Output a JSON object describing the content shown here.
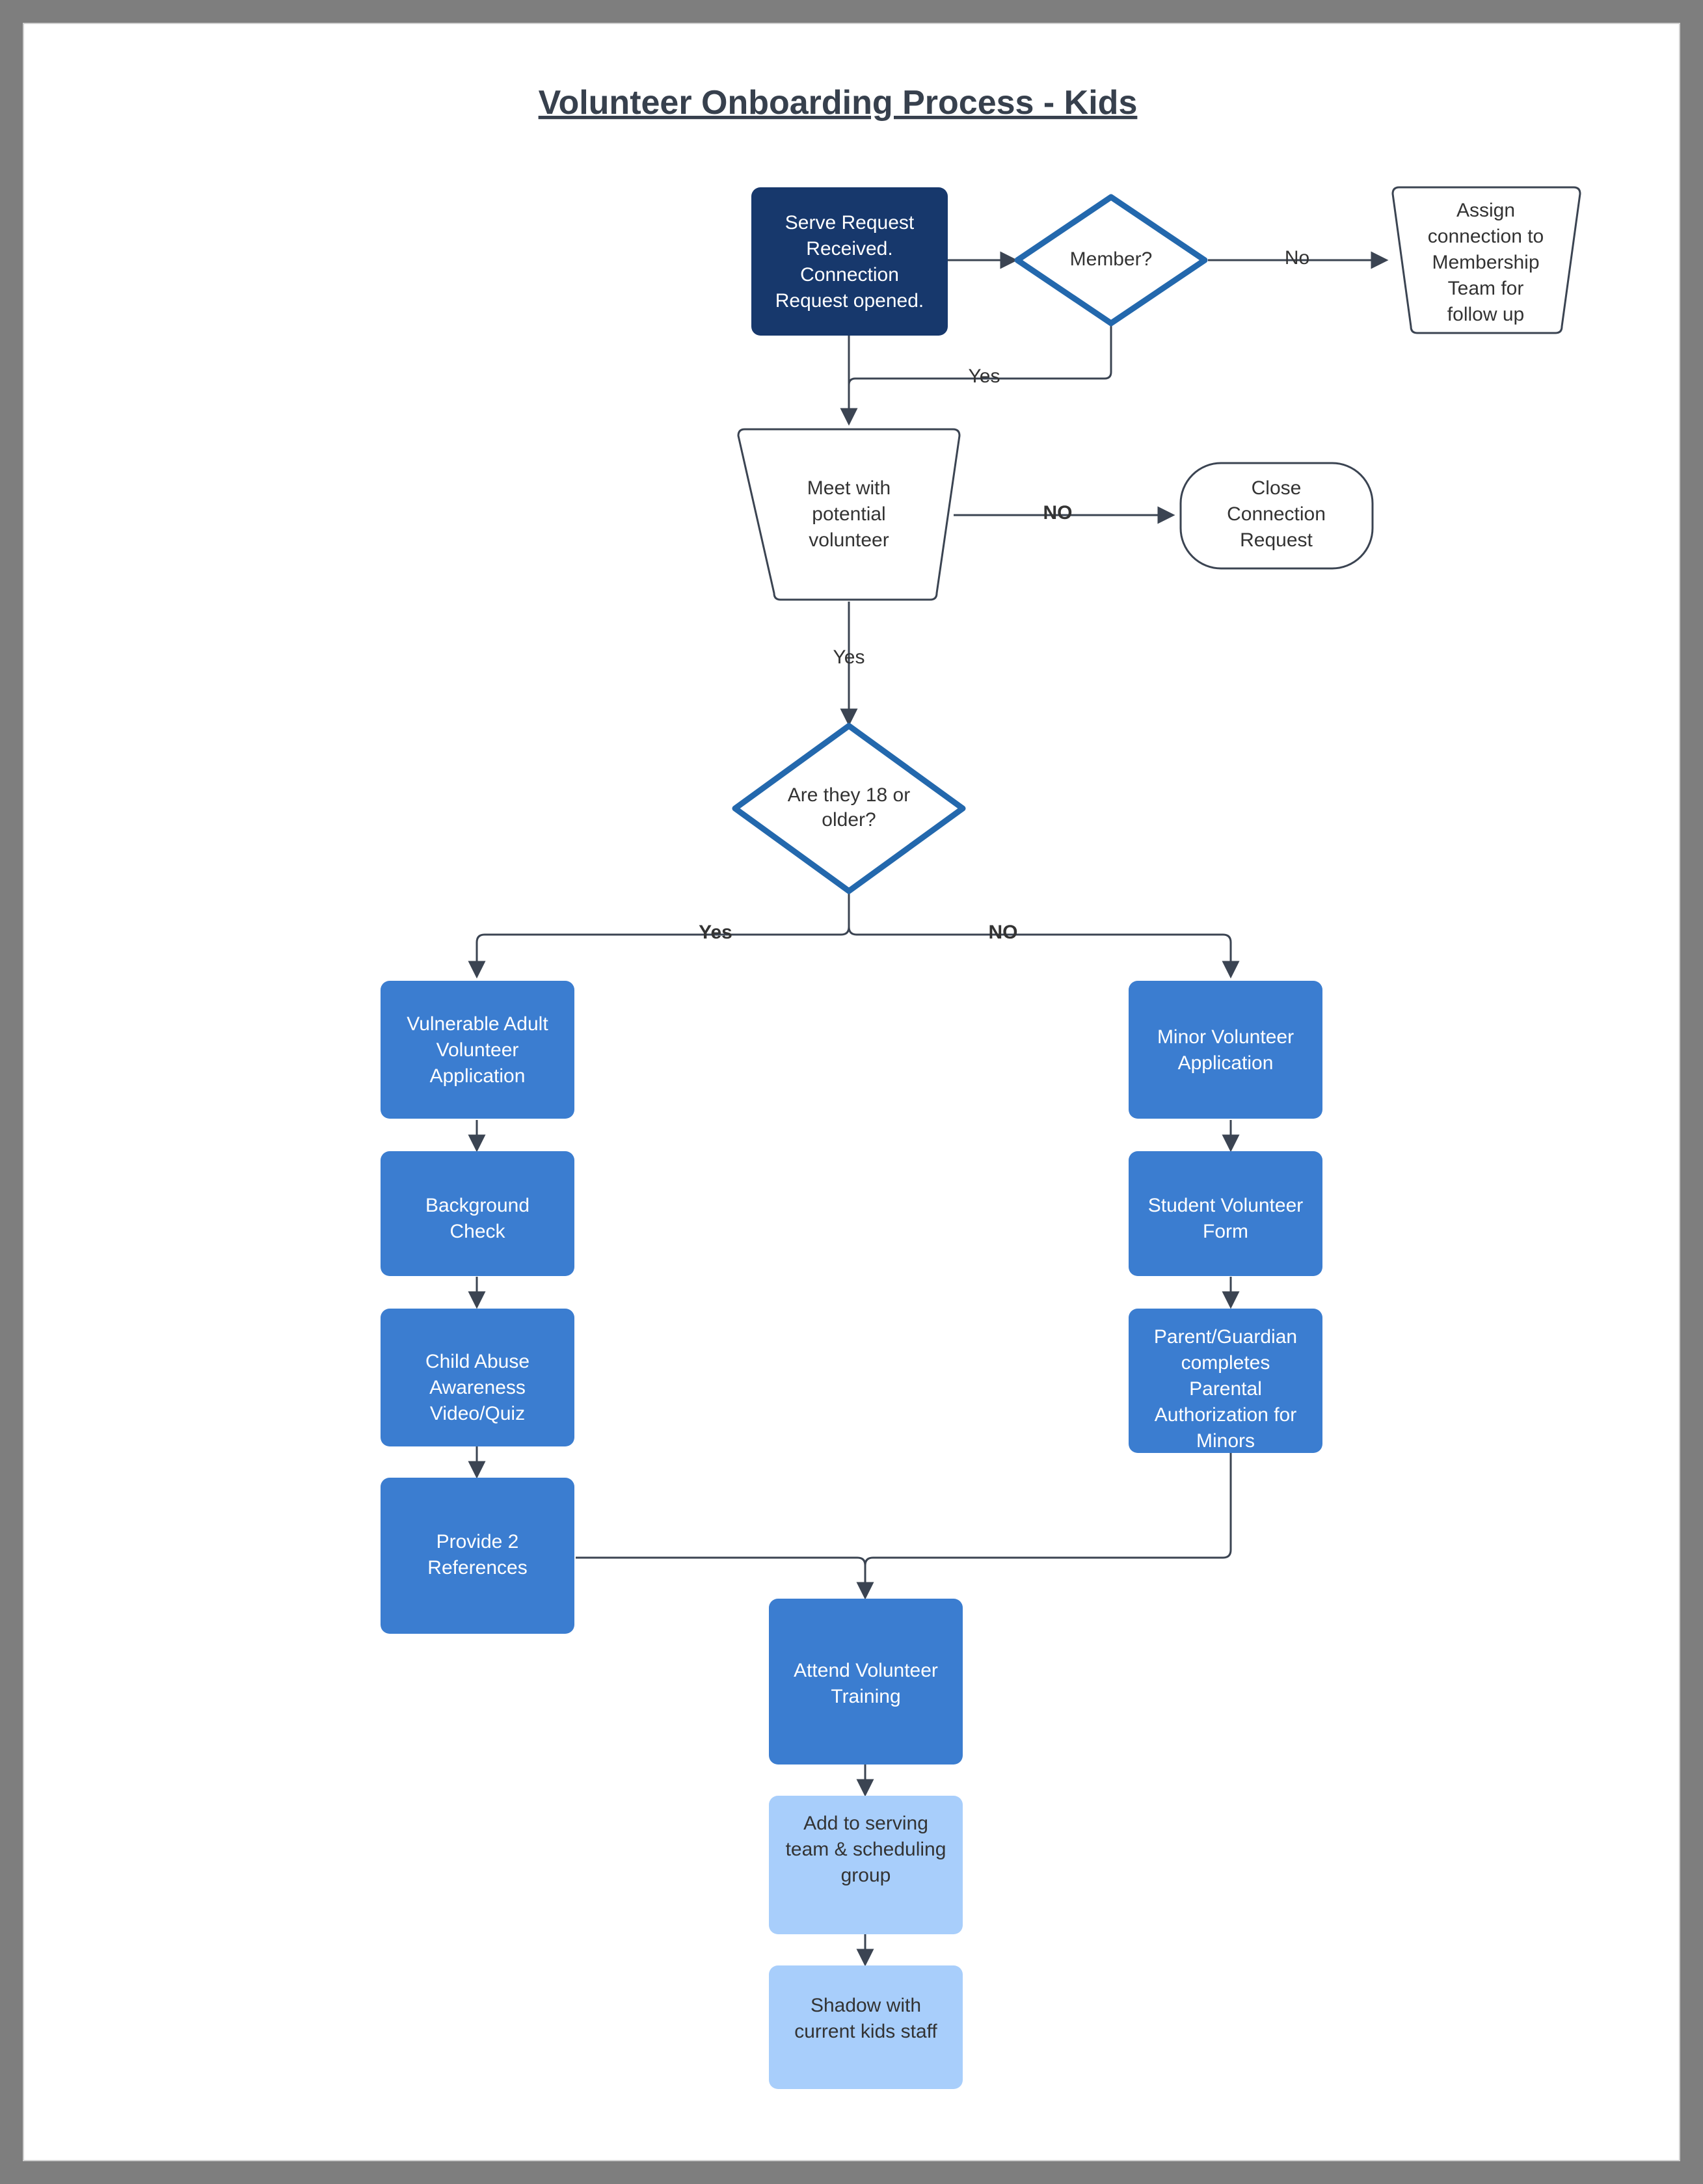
{
  "page": {
    "title": "Volunteer Onboarding Process - Kids",
    "background_color": "#7e7e7e",
    "canvas_color": "#ffffff"
  },
  "palette": {
    "dark_navy": "#17386c",
    "medium_blue": "#3b7dd0",
    "light_blue": "#a8cefb",
    "diamond_border": "#2368ad",
    "connector": "#3b4452",
    "title_color": "#37404d"
  },
  "nodes": {
    "serve_request": {
      "label": "Serve Request Received. Connection Request opened.",
      "lines": [
        "Serve Request",
        "Received.",
        "Connection",
        "Request opened."
      ],
      "shape": "rounded-rectangle",
      "fill": "#17386c",
      "text_color": "#ffffff"
    },
    "member_decision": {
      "label": "Member?",
      "lines": [
        "Member?"
      ],
      "shape": "diamond",
      "fill": "#ffffff",
      "text_color": "#333333"
    },
    "assign_membership": {
      "label": "Assign connection to Membership Team for follow up",
      "lines": [
        "Assign",
        "connection to",
        "Membership",
        "Team for",
        "follow up"
      ],
      "shape": "trapezoid",
      "fill": "#ffffff",
      "text_color": "#333333"
    },
    "meet_volunteer": {
      "label": "Meet with potential volunteer",
      "lines": [
        "Meet with",
        "potential",
        "volunteer"
      ],
      "shape": "trapezoid",
      "fill": "#ffffff",
      "text_color": "#333333"
    },
    "close_request": {
      "label": "Close Connection Request",
      "lines": [
        "Close",
        "Connection",
        "Request"
      ],
      "shape": "terminator",
      "fill": "#ffffff",
      "text_color": "#333333"
    },
    "age_decision": {
      "label": "Are they 18 or older?",
      "lines": [
        "Are they 18 or",
        "older?"
      ],
      "shape": "diamond",
      "fill": "#ffffff",
      "text_color": "#333333"
    },
    "vulnerable_adult_app": {
      "label": "Vulnerable Adult Volunteer Application",
      "lines": [
        "Vulnerable Adult",
        "Volunteer",
        "Application"
      ],
      "shape": "rounded-rectangle",
      "fill": "#3b7dd0",
      "text_color": "#ffffff"
    },
    "background_check": {
      "label": "Background Check",
      "lines": [
        "Background",
        "Check"
      ],
      "shape": "rounded-rectangle",
      "fill": "#3b7dd0",
      "text_color": "#ffffff"
    },
    "child_abuse_quiz": {
      "label": "Child Abuse Awareness Video/Quiz",
      "lines": [
        "Child Abuse",
        "Awareness",
        "Video/Quiz"
      ],
      "shape": "rounded-rectangle",
      "fill": "#3b7dd0",
      "text_color": "#ffffff"
    },
    "provide_references": {
      "label": "Provide 2 References",
      "lines": [
        "Provide 2",
        "References"
      ],
      "shape": "rounded-rectangle",
      "fill": "#3b7dd0",
      "text_color": "#ffffff"
    },
    "minor_volunteer_app": {
      "label": "Minor Volunteer Application",
      "lines": [
        "Minor Volunteer",
        "Application"
      ],
      "shape": "rounded-rectangle",
      "fill": "#3b7dd0",
      "text_color": "#ffffff"
    },
    "student_volunteer_form": {
      "label": "Student Volunteer Form",
      "lines": [
        "Student Volunteer",
        "Form"
      ],
      "shape": "rounded-rectangle",
      "fill": "#3b7dd0",
      "text_color": "#ffffff"
    },
    "parental_authorization": {
      "label": "Parent/Guardian completes Parental Authorization for Minors",
      "lines": [
        "Parent/Guardian",
        "completes",
        "Parental",
        "Authorization for",
        "Minors"
      ],
      "shape": "rounded-rectangle",
      "fill": "#3b7dd0",
      "text_color": "#ffffff"
    },
    "attend_training": {
      "label": "Attend Volunteer Training",
      "lines": [
        "Attend Volunteer",
        "Training"
      ],
      "shape": "rounded-rectangle",
      "fill": "#3b7dd0",
      "text_color": "#ffffff"
    },
    "add_to_team": {
      "label": "Add to serving team & scheduling group",
      "lines": [
        "Add to serving",
        "team & scheduling",
        "group"
      ],
      "shape": "rounded-rectangle",
      "fill": "#a8cefb",
      "text_color": "#333333"
    },
    "shadow_staff": {
      "label": "Shadow with current kids staff",
      "lines": [
        "Shadow with",
        "current kids staff"
      ],
      "shape": "rounded-rectangle",
      "fill": "#a8cefb",
      "text_color": "#333333"
    }
  },
  "edge_labels": {
    "member_no": "No",
    "member_yes": "Yes",
    "meet_no": "NO",
    "meet_yes": "Yes",
    "age_yes": "Yes",
    "age_no": "NO"
  }
}
